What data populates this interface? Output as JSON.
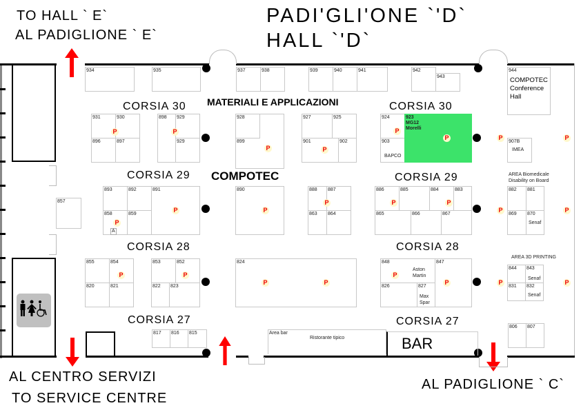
{
  "header": {
    "title_line1": "PADI'GLI'ONE `'D`",
    "title_line2": "HALL `'D`",
    "to_hall_e": "TO HALL ` E`",
    "al_padiglione_e": "AL PADIGLIONE ` E`"
  },
  "footer": {
    "al_centro_servizi": "AL CENTRO SERVIZI",
    "to_service_centre": "TO SERVICE CENTRE",
    "al_padiglione_c": "AL PADIGLIONE ` C`"
  },
  "sections": {
    "materiali": "MATERIALI E APPLICAZIONI",
    "compotec": "COMPOTEC",
    "bar": "BAR"
  },
  "aisles": {
    "c30_left": "CORSIA 30",
    "c30_right": "CORSIA 30",
    "c29_left": "CORSIA 29",
    "c29_right": "CORSIA 29",
    "c28_left": "CORSIA 28",
    "c28_right": "CORSIA 28",
    "c27_left": "CORSIA 27",
    "c27_right": "CORSIA 27"
  },
  "areas": {
    "conference": "COMPOTEC Conference Hall",
    "biomedicale_1": "AREA Biomedicale",
    "biomedicale_2": "Disability on Board",
    "printing": "AREA 3D PRINTING",
    "area_bar": "Area bar",
    "ristorante": "Ristorante tipico"
  },
  "booths": {
    "b934": "934",
    "b935": "935",
    "b937": "937",
    "b938": "938",
    "b939": "939",
    "b940": "940",
    "b941": "941",
    "b942": "942",
    "b943": "943",
    "b944": "944",
    "b931": "931",
    "b930": "930",
    "b896": "896",
    "b897": "897",
    "b898": "898",
    "b929a": "929",
    "b929b": "929",
    "b928": "928",
    "b899": "899",
    "b927": "927",
    "b925": "925",
    "b901": "901",
    "b902": "902",
    "b924": "924",
    "b903": "903",
    "bapco": "BAPCO",
    "b923": "923",
    "mg12": "MG12",
    "morelli": "Morelli",
    "b907b": "907B",
    "imea": "IMEA",
    "b857": "857",
    "b893": "893",
    "b892": "892",
    "b891": "891",
    "b858": "858",
    "b859": "859",
    "a": "A",
    "b890": "890",
    "b888": "888",
    "b887": "887",
    "b863": "863",
    "b864": "864",
    "b886": "886",
    "b885": "885",
    "b884": "884",
    "b883": "883",
    "b865": "865",
    "b866": "866",
    "b867": "867",
    "b882": "882",
    "b881": "881",
    "b869": "869",
    "b870": "870",
    "senaf1": "Senaf",
    "b855": "855",
    "b854": "854",
    "b820": "820",
    "b821": "821",
    "b853": "853",
    "b852": "852",
    "b822": "822",
    "b823": "823",
    "b824": "824",
    "b848": "848",
    "aston": "Aston",
    "martin": "Martin",
    "b847": "847",
    "b826": "826",
    "b827": "827",
    "max": "Max",
    "spar": "Spar",
    "b844": "844",
    "b843": "843",
    "senaf2": "Senaf",
    "b831": "831",
    "b832": "832",
    "senaf3": "Senaf",
    "b817": "817",
    "b816": "816",
    "b815": "815",
    "b806": "806",
    "b807": "807"
  },
  "parking_label": "P",
  "colors": {
    "highlight_booth": "#3ce36a",
    "arrow": "#ff0000",
    "restroom_bg": "#c0c0c0"
  },
  "icons": {
    "restroom": "restroom-icon",
    "arrow": "arrow-icon",
    "parking": "parking-icon"
  }
}
